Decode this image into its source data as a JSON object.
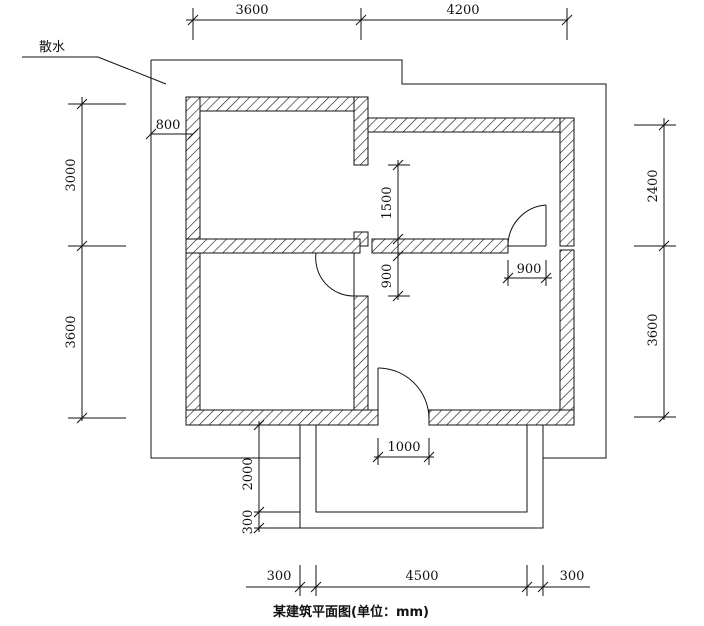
{
  "labels": {
    "sanshui": "散水",
    "caption": "某建筑平面图(单位：mm)"
  },
  "dimensions": {
    "top_left": "3600",
    "top_right": "4200",
    "left_upper": "3000",
    "left_lower": "3600",
    "right_upper": "2400",
    "right_lower": "3600",
    "offset_800": "800",
    "inner_1500": "1500",
    "inner_900_v": "900",
    "door_900": "900",
    "door_1000": "1000",
    "porch_2000": "2000",
    "porch_300": "300",
    "bottom_left_300": "300",
    "bottom_4500": "4500",
    "bottom_right_300": "300"
  }
}
